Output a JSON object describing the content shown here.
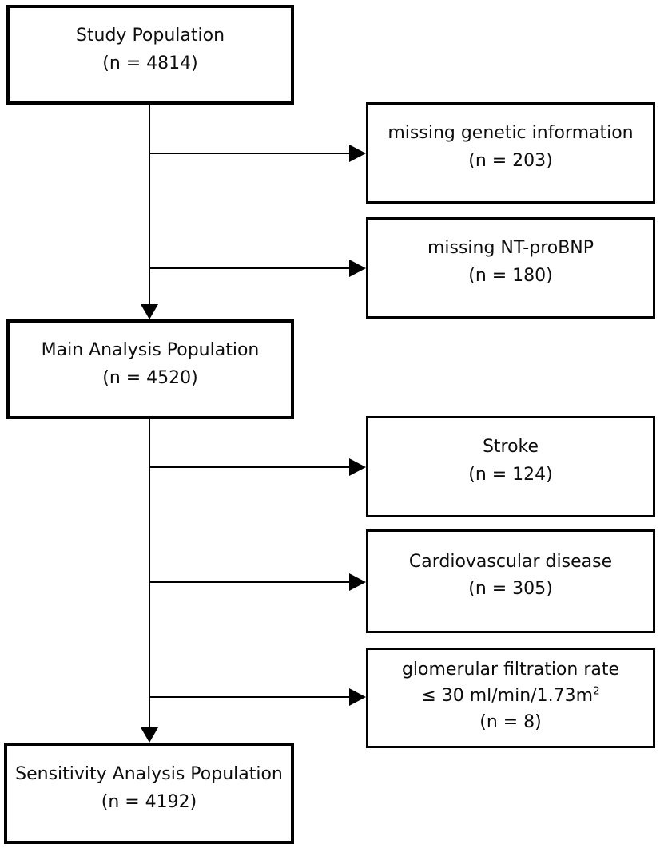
{
  "diagram": {
    "type": "flowchart",
    "colors": {
      "background": "#ffffff",
      "box_border": "#000000",
      "box_fill": "#ffffff",
      "text": "#0d0d0d",
      "arrow": "#000000"
    },
    "nodes": {
      "study_population": {
        "label": "Study Population",
        "count": "(n = 4814)"
      },
      "missing_genetic": {
        "label": "missing genetic information",
        "count": "(n = 203)"
      },
      "missing_ntprobnp": {
        "label": "missing NT-proBNP",
        "count": "(n = 180)"
      },
      "main_analysis": {
        "label": "Main Analysis Population",
        "count": "(n = 4520)"
      },
      "stroke": {
        "label": "Stroke",
        "count": "(n = 124)"
      },
      "cardiovascular": {
        "label": "Cardiovascular disease",
        "count": "(n = 305)"
      },
      "gfr": {
        "label": "glomerular filtration rate",
        "detail": "≤ 30 ml/min/1.73m",
        "detail_sup": "2",
        "count": "(n = 8)"
      },
      "sensitivity_analysis": {
        "label": "Sensitivity Analysis Population",
        "count": "(n = 4192)"
      }
    },
    "edges": [
      {
        "from": "study_population",
        "to": "main_analysis"
      },
      {
        "from": "study_population",
        "to": "missing_genetic"
      },
      {
        "from": "study_population",
        "to": "missing_ntprobnp"
      },
      {
        "from": "main_analysis",
        "to": "sensitivity_analysis"
      },
      {
        "from": "main_analysis",
        "to": "stroke"
      },
      {
        "from": "main_analysis",
        "to": "cardiovascular"
      },
      {
        "from": "main_analysis",
        "to": "gfr"
      }
    ]
  }
}
